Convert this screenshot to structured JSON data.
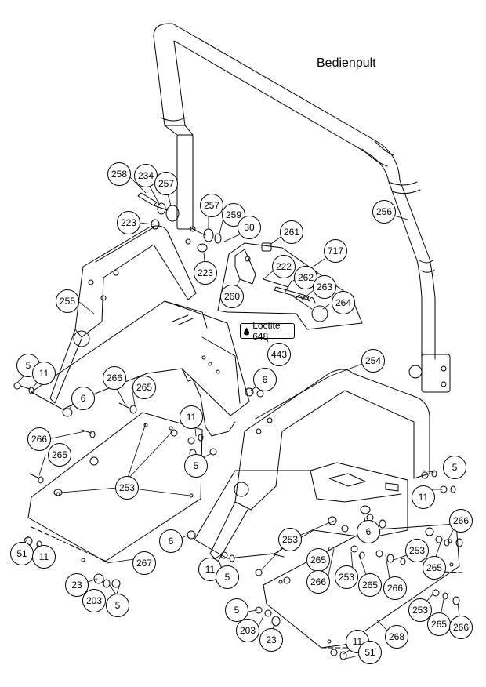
{
  "title": "Bedienpult",
  "loctite": "Loctite 648",
  "callouts": [
    {
      "id": "c258",
      "label": "258"
    },
    {
      "id": "c234",
      "label": "234"
    },
    {
      "id": "c257a",
      "label": "257"
    },
    {
      "id": "c223a",
      "label": "223"
    },
    {
      "id": "c257b",
      "label": "257"
    },
    {
      "id": "c259",
      "label": "259"
    },
    {
      "id": "c30",
      "label": "30"
    },
    {
      "id": "c223b",
      "label": "223"
    },
    {
      "id": "c261",
      "label": "261"
    },
    {
      "id": "c717",
      "label": "717"
    },
    {
      "id": "c222",
      "label": "222"
    },
    {
      "id": "c262",
      "label": "262"
    },
    {
      "id": "c263",
      "label": "263"
    },
    {
      "id": "c264",
      "label": "264"
    },
    {
      "id": "c260",
      "label": "260"
    },
    {
      "id": "c443",
      "label": "443"
    },
    {
      "id": "c256",
      "label": "256"
    },
    {
      "id": "c255",
      "label": "255"
    },
    {
      "id": "c254",
      "label": "254"
    },
    {
      "id": "c5a",
      "label": "5"
    },
    {
      "id": "c11a",
      "label": "11"
    },
    {
      "id": "c6a",
      "label": "6"
    },
    {
      "id": "c266a",
      "label": "266"
    },
    {
      "id": "c265a",
      "label": "265"
    },
    {
      "id": "c6b",
      "label": "6"
    },
    {
      "id": "c266b",
      "label": "266"
    },
    {
      "id": "c265b",
      "label": "265"
    },
    {
      "id": "c11b",
      "label": "11"
    },
    {
      "id": "c5b",
      "label": "5"
    },
    {
      "id": "c253a",
      "label": "253"
    },
    {
      "id": "c5c",
      "label": "5"
    },
    {
      "id": "c11c",
      "label": "11"
    },
    {
      "id": "c51a",
      "label": "51"
    },
    {
      "id": "c11d",
      "label": "11"
    },
    {
      "id": "c267",
      "label": "267"
    },
    {
      "id": "c6c",
      "label": "6"
    },
    {
      "id": "c11e",
      "label": "11"
    },
    {
      "id": "c5d",
      "label": "5"
    },
    {
      "id": "c23a",
      "label": "23"
    },
    {
      "id": "c203a",
      "label": "203"
    },
    {
      "id": "c5e",
      "label": "5"
    },
    {
      "id": "c6d",
      "label": "6"
    },
    {
      "id": "c253b",
      "label": "253"
    },
    {
      "id": "c266c",
      "label": "266"
    },
    {
      "id": "c265c",
      "label": "265"
    },
    {
      "id": "c266d",
      "label": "266"
    },
    {
      "id": "c253c",
      "label": "253"
    },
    {
      "id": "c253d",
      "label": "253"
    },
    {
      "id": "c265d",
      "label": "265"
    },
    {
      "id": "c266e",
      "label": "266"
    },
    {
      "id": "c265e",
      "label": "265"
    },
    {
      "id": "c253e",
      "label": "253"
    },
    {
      "id": "c265f",
      "label": "265"
    },
    {
      "id": "c266f",
      "label": "266"
    },
    {
      "id": "c5f",
      "label": "5"
    },
    {
      "id": "c203b",
      "label": "203"
    },
    {
      "id": "c23b",
      "label": "23"
    },
    {
      "id": "c268",
      "label": "268"
    },
    {
      "id": "c11f",
      "label": "11"
    },
    {
      "id": "c51b",
      "label": "51"
    }
  ]
}
